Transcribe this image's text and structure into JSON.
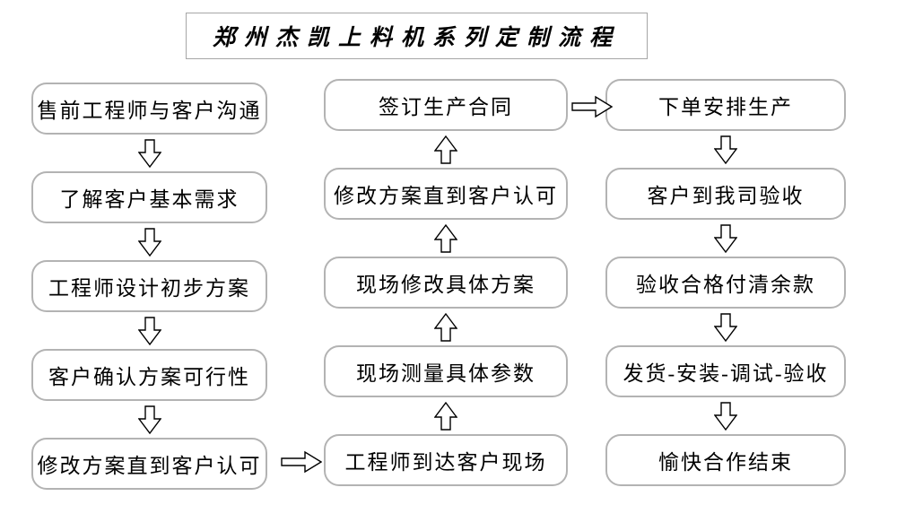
{
  "title": "郑州杰凯上料机系列定制流程",
  "flow": {
    "left_column": {
      "direction": "top-to-bottom",
      "steps": [
        "售前工程师与客户沟通",
        "了解客户基本需求",
        "工程师设计初步方案",
        "客户确认方案可行性",
        "修改方案直到客户认可"
      ]
    },
    "middle_column": {
      "direction": "bottom-to-top",
      "steps": [
        "签订生产合同",
        "修改方案直到客户认可",
        "现场修改具体方案",
        "现场测量具体参数",
        "工程师到达客户现场"
      ]
    },
    "right_column": {
      "direction": "top-to-bottom",
      "steps": [
        "下单安排生产",
        "客户到我司验收",
        "验收合格付清余款",
        "发货-安装-调试-验收",
        "愉快合作结束"
      ]
    },
    "connectors": {
      "left_to_middle": "right-arrow",
      "middle_to_right": "right-arrow"
    }
  },
  "icons": {
    "down_arrow": "hollow-block-arrow-down",
    "up_arrow": "hollow-block-arrow-up",
    "right_arrow": "hollow-block-arrow-right"
  },
  "colors": {
    "background": "#ffffff",
    "box_fill": "#ffffff",
    "box_border": "#b3b3b3",
    "title_border": "#a6a6a6",
    "text": "#000000",
    "arrow_outline": "#000000",
    "arrow_fill": "#ffffff"
  }
}
